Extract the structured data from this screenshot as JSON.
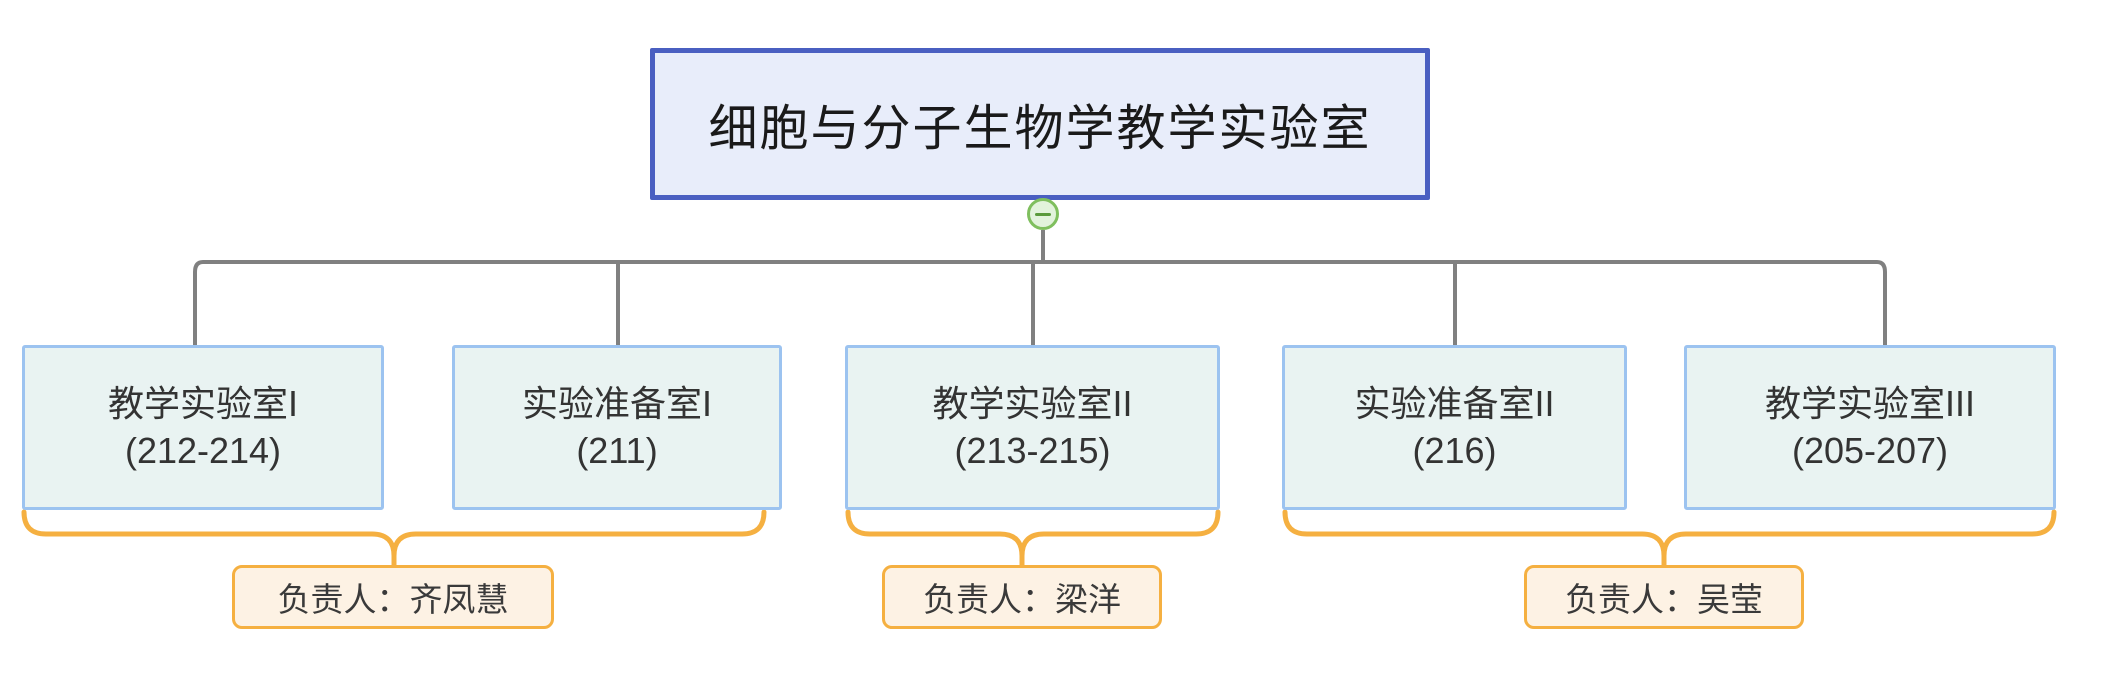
{
  "diagram": {
    "type": "org-tree",
    "root": {
      "label": "细胞与分子生物学教学实验室",
      "toggle_icon": "minus-circle-icon",
      "toggle_state": "expanded",
      "border_color": "#4a5fc1",
      "fill_color": "#e8edfa"
    },
    "children": [
      {
        "name": "教学实验室I",
        "room": "(212-214)"
      },
      {
        "name": "实验准备室I",
        "room": "(211)"
      },
      {
        "name": "教学实验室II",
        "room": "(213-215)"
      },
      {
        "name": "实验准备室II",
        "room": "(216)"
      },
      {
        "name": "教学实验室III",
        "room": "(205-207)"
      }
    ],
    "child_style": {
      "border_color": "#9cc3f0",
      "fill_color": "#e9f3f2"
    },
    "owners": [
      {
        "label": "负责人：齐凤慧",
        "covers": [
          "教学实验室I",
          "实验准备室I"
        ]
      },
      {
        "label": "负责人：梁洋",
        "covers": [
          "教学实验室II"
        ]
      },
      {
        "label": "负责人：吴莹",
        "covers": [
          "实验准备室II",
          "教学实验室III"
        ]
      }
    ],
    "owner_style": {
      "border_color": "#f5b041",
      "fill_color": "#fdf2e4",
      "brace_color": "#f5b041"
    },
    "connector_color": "#808080"
  }
}
